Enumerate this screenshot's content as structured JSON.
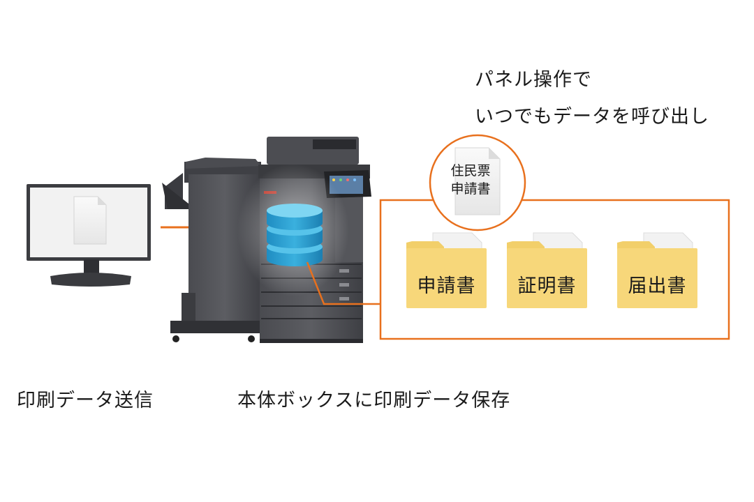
{
  "heading": {
    "line1": "パネル操作で",
    "line2": "いつでもデータを呼び出し"
  },
  "bubble": {
    "line1": "住民票",
    "line2": "申請書"
  },
  "folders": [
    {
      "label": "申請書"
    },
    {
      "label": "証明書"
    },
    {
      "label": "届出書"
    }
  ],
  "captions": {
    "left": "印刷データ送信",
    "right": "本体ボックスに印刷データ保存"
  },
  "colors": {
    "accent": "#e8701d",
    "folder": "#f7d77a"
  }
}
